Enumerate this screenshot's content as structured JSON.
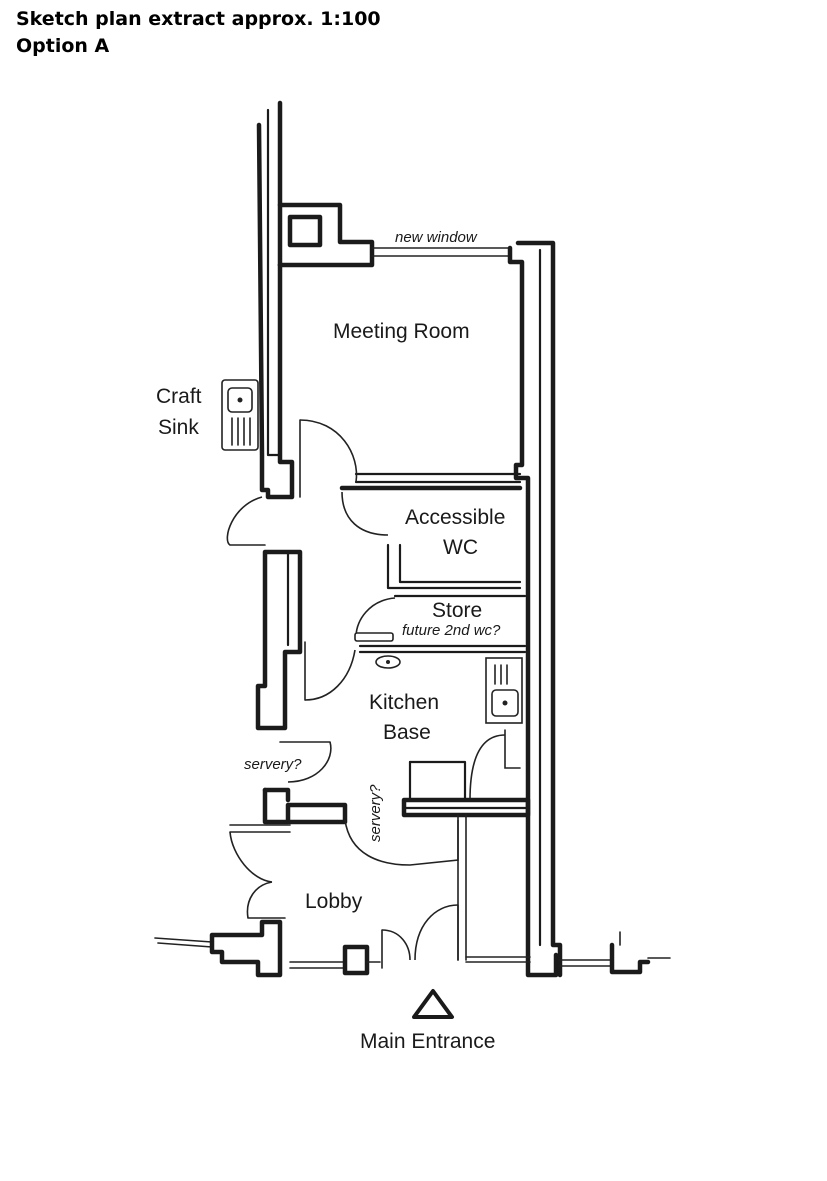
{
  "header": {
    "line1": "Sketch plan extract approx. 1:100",
    "line2": "Option A"
  },
  "rooms": {
    "meeting_room": "Meeting Room",
    "craft_sink_line1": "Craft",
    "craft_sink_line2": "Sink",
    "accessible_wc_line1": "Accessible",
    "accessible_wc_line2": "WC",
    "store": "Store",
    "store_note": "future 2nd wc?",
    "kitchen_line1": "Kitchen",
    "kitchen_line2": "Base",
    "lobby": "Lobby"
  },
  "annotations": {
    "new_window": "new window",
    "servery_left": "servery?",
    "servery_vertical": "servery?"
  },
  "entrance": {
    "label": "Main Entrance",
    "icon": "triangle-icon"
  }
}
